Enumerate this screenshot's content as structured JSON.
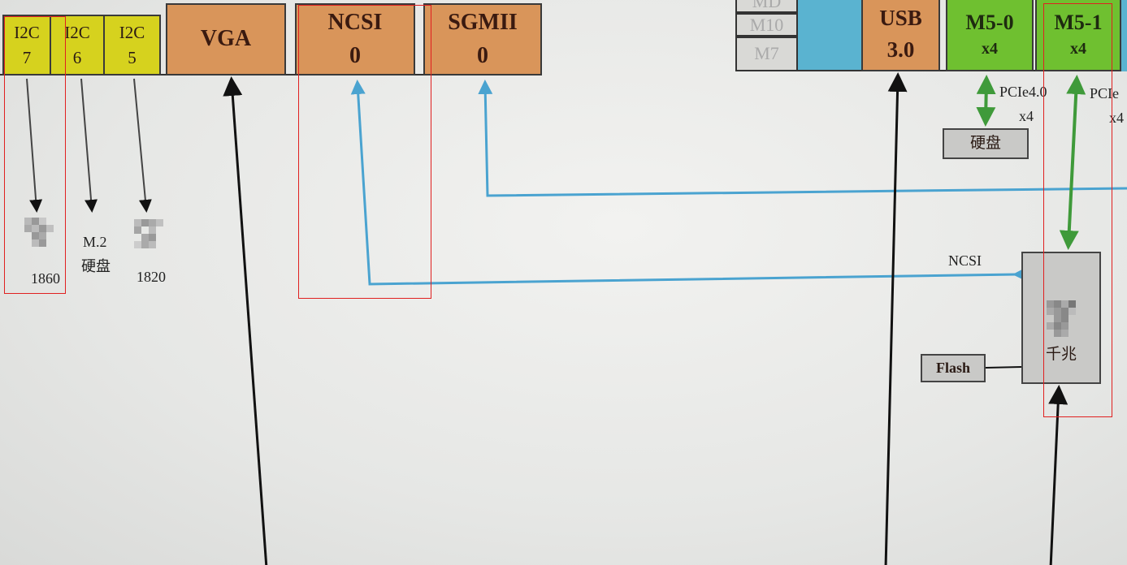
{
  "top_left_blocks": [
    {
      "line1": "I2C",
      "line2": "7"
    },
    {
      "line1": "I2C",
      "line2": "6"
    },
    {
      "line1": "I2C",
      "line2": "5"
    }
  ],
  "vga": {
    "label": "VGA"
  },
  "ncsi_block": {
    "line1": "NCSI",
    "line2": "0"
  },
  "sgmii_block": {
    "line1": "SGMII",
    "line2": "0"
  },
  "m_stack": [
    "MD",
    "M10",
    "M7"
  ],
  "usb_block": {
    "line1": "USB",
    "line2": "3.0"
  },
  "m5_0_block": {
    "line1": "M5-0",
    "line2": "x4"
  },
  "m5_1_block": {
    "line1": "M5-1",
    "line2": "x4"
  },
  "devices": {
    "i2c7_target_label": "1860",
    "i2c6_target_line1": "M.2",
    "i2c6_target_line2": "硬盘",
    "i2c5_target_label": "1820",
    "disk_label": "硬盘",
    "chip_label": "千兆",
    "flash_label": "Flash"
  },
  "links": {
    "pcie_m5_0_line1": "PCIe4.0",
    "pcie_m5_0_line2": "x4",
    "pcie_m5_1_line1": "PCIe",
    "pcie_m5_1_line2": "x4",
    "ncsi_label": "NCSI"
  },
  "colors": {
    "yellow": "#d6d21e",
    "orange": "#d9955a",
    "green": "#6fc030",
    "blue_link": "#4aa3d0",
    "green_link": "#3f9a3a",
    "highlight": "#e02020"
  }
}
